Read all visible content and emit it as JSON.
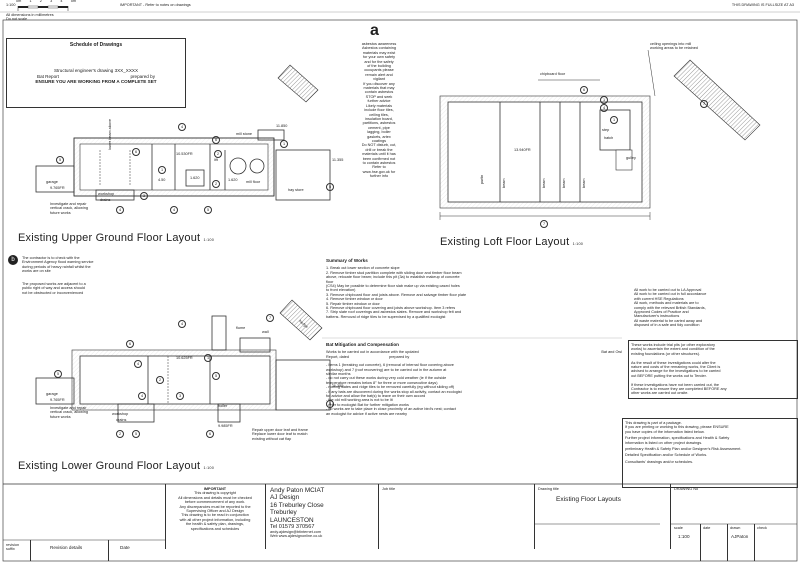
{
  "header": {
    "scale_label": "1:100",
    "scale_ticks": [
      "0m",
      "1",
      "2",
      "3",
      "4",
      "5m"
    ],
    "important_note": "IMPORTANT - Refer to notes on drawings",
    "all_dims_note": "All dimensions in millimetres",
    "do_not_scale": "Do not scale",
    "full_size_note": "THIS DRAWING IS FULLSIZE AT A3"
  },
  "schedule": {
    "title": "Schedule of Drawings",
    "line1": "Structural engineer's drawing 3XX_XXXX",
    "line2_left": "Bat Report",
    "line2_right": "prepared by",
    "line3": "ENSURE YOU ARE WORKING FROM A COMPLETE SET"
  },
  "asbestos": {
    "letter": "a",
    "text": "asbestos awareness\nAsbestos containing\nmaterials may exist\nfor your own safety\nand for the safety\nof the building\noccupants please\nremain alert and\nvigilant\nIf you discover any\nmaterials that may\ncontain asbestos\nSTOP and seek\nfurther advice\nLikely materials\ninclude floor tiles,\nceiling tiles,\ninsulation board,\npartitions, asbestos\ncement, pipe\nlagging, boiler\ngaskets, artex\ncoatings\nDo NOT disturb, cut,\ndrill or break the\nmaterials until it has\nbeen confirmed not\nto contain asbestos\nRefer to\nwww.hse.gov.uk for\nfurther info"
  },
  "upper_plan": {
    "title": "Existing Upper Ground Floor Layout",
    "scale": "1:100",
    "labels": {
      "garage": "garage",
      "garage_level": "9.765FR",
      "investigate": "Investigate and repair\nvertical crack, allowing\nfuture works",
      "lower_beam": "lower beam above",
      "level_main": "10.530FR",
      "mill_stone": "mill stone",
      "mill_floor": "mill floor",
      "hay_store": "hay store",
      "workshop": "workshop",
      "drains": "drains",
      "level_right": "11.355",
      "level_top": "11.850",
      "dim1": "1.620",
      "dim2": "1.620",
      "dim3": "4.50",
      "lift": "lift"
    },
    "markers": [
      "4",
      "5",
      "6",
      "6",
      "1",
      "2",
      "2",
      "5",
      "3",
      "4",
      "4",
      "5",
      "1"
    ]
  },
  "loft_plan": {
    "title": "Existing Loft Floor Layout",
    "scale": "1:100",
    "labels": {
      "ceiling_note": "ceiling openings into mill\nworking areas to be retained",
      "chipboard": "chipboard floor",
      "level": "13.940FR",
      "purlin": "purlin",
      "beam1": "beam",
      "beam2": "beam",
      "beam3": "beam",
      "beam4": "beam",
      "gulley": "gulley",
      "step": "step",
      "hatch": "hatch",
      "dim_bottom": "7"
    },
    "markers": [
      "6",
      "1",
      "4",
      "1",
      "7"
    ]
  },
  "lower_plan": {
    "title": "Existing Lower Ground Floor Layout",
    "scale": "1:100",
    "note_letter": "b",
    "note1": "The contractor is to check with the\nEnvironment Agency flood warning service\nduring periods of heavy rainfall whilst the\nworks are on site",
    "note2": "The proposed works are adjacent to a\npublic right of way and access should\nnot be obstructed or inconvenienced",
    "labels": {
      "garage": "garage",
      "garage_level": "9.765FR",
      "investigate": "Investigate and repair\nvertical crack, allowing\nfuture works",
      "level_main": "10.625FR",
      "workshop": "workshop",
      "drains": "drains",
      "level_right": "11.355",
      "level_low": "9.985FR",
      "flume": "flume",
      "wall": "wall",
      "hedge": "hedge",
      "repair_note": "Repair upper door leaf and frame\nReplace lower door leaf to match\nexisting without cat flap",
      "boiler": "boiler"
    },
    "markers": [
      "4",
      "6",
      "5",
      "4",
      "1",
      "2",
      "3",
      "4",
      "5",
      "7",
      "2",
      "5",
      "6",
      "5"
    ]
  },
  "summary": {
    "title": "Summary of Works",
    "items": [
      "1.  Break out lower section of concrete slope",
      "2.  Remove timber stud partition complete with sliding door and timber floor beam\n     above, relocate floor beam; include this pit (3a) to establish makeup of concrete\n     floor\n     (CS4) May be possible to determine floor slab make up via existing cased holes\n     to front elevation)",
      "3.  Remove chipboard floor and joists above. Remove and salvage timber floor plate",
      "4.  Remove timber window or door",
      "5.  Repair timber window or door",
      "6.  Remove chipboard floor covering and joists above workshop. Item 3 refers",
      "7.  Strip slate roof coverings and asbestos slates. Remove and workshop felt and\n     battens. Removal of ridge tiles to be supervised by a qualified ecologist"
    ],
    "right_notes": "All work to be carried out to LA Approval\nAll work to be carried out in full accordance\nwith current HSE Regulations\nAll work, methods and materials are to\ncomply with the relevant British Standards,\nApproved Codes of Practice and\nManufacturer's instructions\nAll waste material to be carted away and\ndisposed of in a safe and tidy condition"
  },
  "bat": {
    "title": "Bat Mitigation and Compensation",
    "line1_left": "Works to be carried out in accordance with the updated",
    "line1_right": "Bat and Owl",
    "line2_left": "Report, dated",
    "line2_mid": "prepared by",
    "items": "- Items 1 (breaking out concrete), 6 (removal of internal floor covering above\n  workshop) and 7 (roof recovering) are to be carried out in the autumn at\n  similar months\n- do not carry out these works during very cold weather (ie if the outside\n  temperature remains below 8° for three or more consecutive days)\n- roofing slates and ridge tiles to be removed carefully (eg without sliding off)\n- if any bats are discovered during the works stop all activity, contact an ecologist\n  for advice and allow the bat(s) to leave on their own accord\n- the old mill working area is not to be lit\n- refer to ecologist          Bat          for further mitigation works\n- no works are to take place in close proximity of an active bird's nest; contact\n  an ecologist for advice if active nests are nearby"
  },
  "structure_note": "These works include trial pits (or other exploratory\nworks) to ascertain the extent and condition of the\nexisting foundations (or other structures).\n\nAs the result of these investigations could alter the\nnature and costs of the remaining works, the Client is\nadvised to arrange for the investigations to be carried\nout BEFORE putting the works out to Tender.\n\nIf these investigations have not been carried out, the\nContractor is to ensure they are completed BEFORE any\nother works are carried out onsite.",
  "package_note": {
    "l1": "This drawing is part of a package.",
    "l2": "If you are printing or working to this drawing, please ENSURE\nyou have copies of the information listed below.",
    "l3": "Further project information, specifications and Health & Safety\ninformation is listed on other project drawings.",
    "l4": "preliminary Health & Safety Plan and/or Designer's Risk Assessment.",
    "l5": "Detailed Specification and/or Schedule of Works.",
    "l6": "Consultants' drawings and/or schedules."
  },
  "title_block": {
    "revision_label": "revision\nsuffix",
    "revision_details": "Revision details",
    "date": "Date",
    "important_title": "IMPORTANT",
    "important_text": "This drawing is copyright\nAll dimensions and details must be checked\nbefore commencement of any work.\nAny discrepancies must be reported to the\nSupervising Officer and AJ Design\nThis drawing is to be read in conjunction\nwith all other project information, including\nthe health & safety plan, drawings,\nspecifications and schedules",
    "company": "Andy Paton MCIAT\nAJ Design\n16 Treburley Close\nTreburley\nLAUNCESTON",
    "tel": "Tel 01579 370567",
    "email": "andy.ajdesign@btinternet.com",
    "web": "Web www.ajdesignonline.co.uk",
    "job_title_label": "Job title",
    "drawing_title_label": "Drawing title",
    "drawing_title": "Existing Floor Layouts",
    "drawing_no_label": "DRAWING No",
    "scale_label": "scale",
    "scale_value": "1:100",
    "date_label": "date",
    "drawn_label": "drawn",
    "drawn_value": "AJPaton",
    "check_label": "check"
  }
}
